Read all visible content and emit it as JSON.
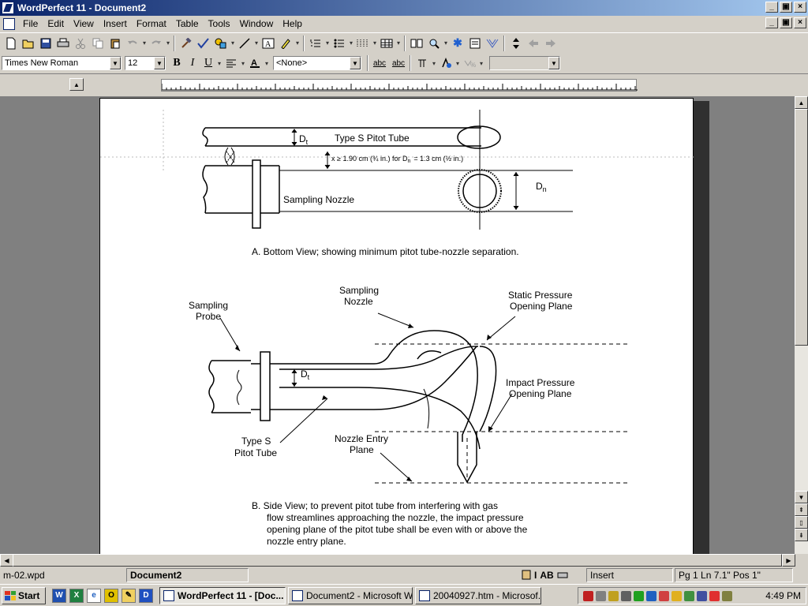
{
  "window": {
    "title": "WordPerfect 11 - Document2",
    "min": "_",
    "restore": "▣",
    "close": "×"
  },
  "menu": {
    "items": [
      "File",
      "Edit",
      "View",
      "Insert",
      "Format",
      "Table",
      "Tools",
      "Window",
      "Help"
    ]
  },
  "toolbar2": {
    "font": "Times New Roman",
    "size": "12",
    "bold": "B",
    "italic": "I",
    "underline": "U",
    "style": "<None>",
    "abc1": "abc",
    "abc2": "abc"
  },
  "figure": {
    "a": {
      "pitot_label": "Type S Pitot Tube",
      "dt": "D",
      "dt_sub": "t",
      "sep": "x ≥ 1.90 cm (¾ in.) for D",
      "sep_sub": "n",
      "sep_rest": "= 1.3 cm (½ in.)",
      "nozzle": "Sampling Nozzle",
      "dn": "D",
      "dn_sub": "n",
      "caption": "A.  Bottom View; showing minimum pitot tube-nozzle separation."
    },
    "b": {
      "sampling_probe_1": "Sampling",
      "sampling_probe_2": "Probe",
      "sampling_nozzle_1": "Sampling",
      "sampling_nozzle_2": "Nozzle",
      "static_1": "Static Pressure",
      "static_2": "Opening Plane",
      "impact_1": "Impact Pressure",
      "impact_2": "Opening Plane",
      "dt": "D",
      "dt_sub": "t",
      "pitot_1": "Type S",
      "pitot_2": "Pitot Tube",
      "entry_1": "Nozzle Entry",
      "entry_2": "Plane",
      "caption": [
        "B.  Side View; to prevent pitot tube from interfering with gas",
        "flow streamlines approaching the nozzle, the impact pressure",
        "opening plane of the pitot tube shall be even with or above the",
        "nozzle entry plane."
      ]
    }
  },
  "status": {
    "file": "m-02.wpd",
    "doc": "Document2",
    "mode": "Insert",
    "ab": "AB",
    "position": "Pg 1 Ln 7.1\" Pos 1\""
  },
  "taskbar": {
    "start": "Start",
    "tasks": [
      "WordPerfect 11 - [Doc...",
      "Document2 - Microsoft W...",
      "20040927.htm - Microsof..."
    ],
    "clock": "4:49 PM"
  }
}
